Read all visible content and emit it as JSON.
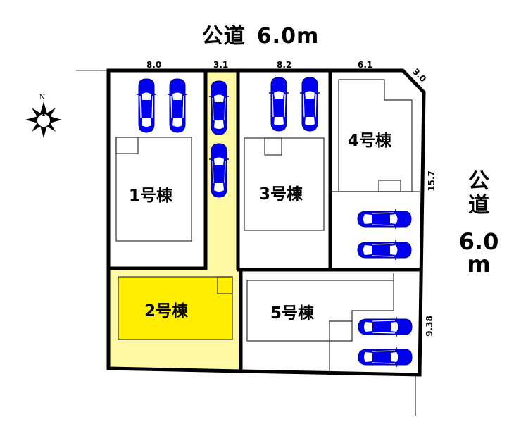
{
  "roads": {
    "top": {
      "label": "公道",
      "width": "6.0m"
    },
    "right": {
      "label_chars": [
        "公",
        "道"
      ],
      "width": "6.0",
      "unit": "m"
    }
  },
  "compass": {
    "north_label": "N"
  },
  "dimensions": {
    "top": [
      "8.0",
      "3.1",
      "8.2",
      "6.1"
    ],
    "corner_chamfer": "3.0",
    "right_upper": "15.7",
    "right_lower": "9.38"
  },
  "lots": [
    {
      "id": 1,
      "label": "1号棟",
      "parking_spaces": 2,
      "highlight": false
    },
    {
      "id": 2,
      "label": "2号棟",
      "parking_spaces": 2,
      "highlight": true
    },
    {
      "id": 3,
      "label": "3号棟",
      "parking_spaces": 2,
      "highlight": false
    },
    {
      "id": 4,
      "label": "4号棟",
      "parking_spaces": 2,
      "highlight": false
    },
    {
      "id": 5,
      "label": "5号棟",
      "parking_spaces": 2,
      "highlight": false
    }
  ],
  "colors": {
    "boundary": "#000000",
    "highlight_lot": "#fff9a6",
    "highlight_building": "#ffee00",
    "car": "#0000ee",
    "building_outline": "#333333"
  }
}
